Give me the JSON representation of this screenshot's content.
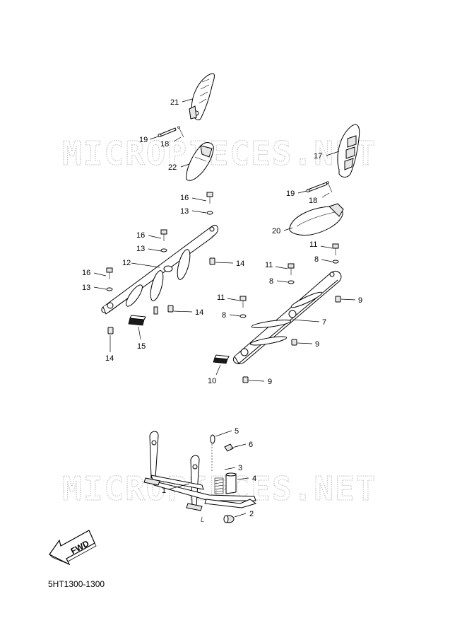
{
  "watermark": "MICROPIECES.NET",
  "diagram_code": "5HT1300-1300",
  "fwd_label": "FWD",
  "lower_mark": "L",
  "callouts": {
    "p21": "21",
    "p19a": "19",
    "p18a": "18",
    "p22": "22",
    "p17": "17",
    "p19b": "19",
    "p18b": "18",
    "p20": "20",
    "p16a": "16",
    "p13a": "13",
    "p16b": "16",
    "p13b": "13",
    "p12": "12",
    "p16c": "16",
    "p13c": "13",
    "p14a": "14",
    "p14b": "14",
    "p14c": "14",
    "p15": "15",
    "p11a": "11",
    "p8a": "8",
    "p11b": "11",
    "p8b": "8",
    "p9a": "9",
    "p11c": "11",
    "p8c": "8",
    "p7": "7",
    "p9b": "9",
    "p10": "10",
    "p9c": "9",
    "p5": "5",
    "p6": "6",
    "p3": "3",
    "p4": "4",
    "p1": "1",
    "p2": "2"
  }
}
